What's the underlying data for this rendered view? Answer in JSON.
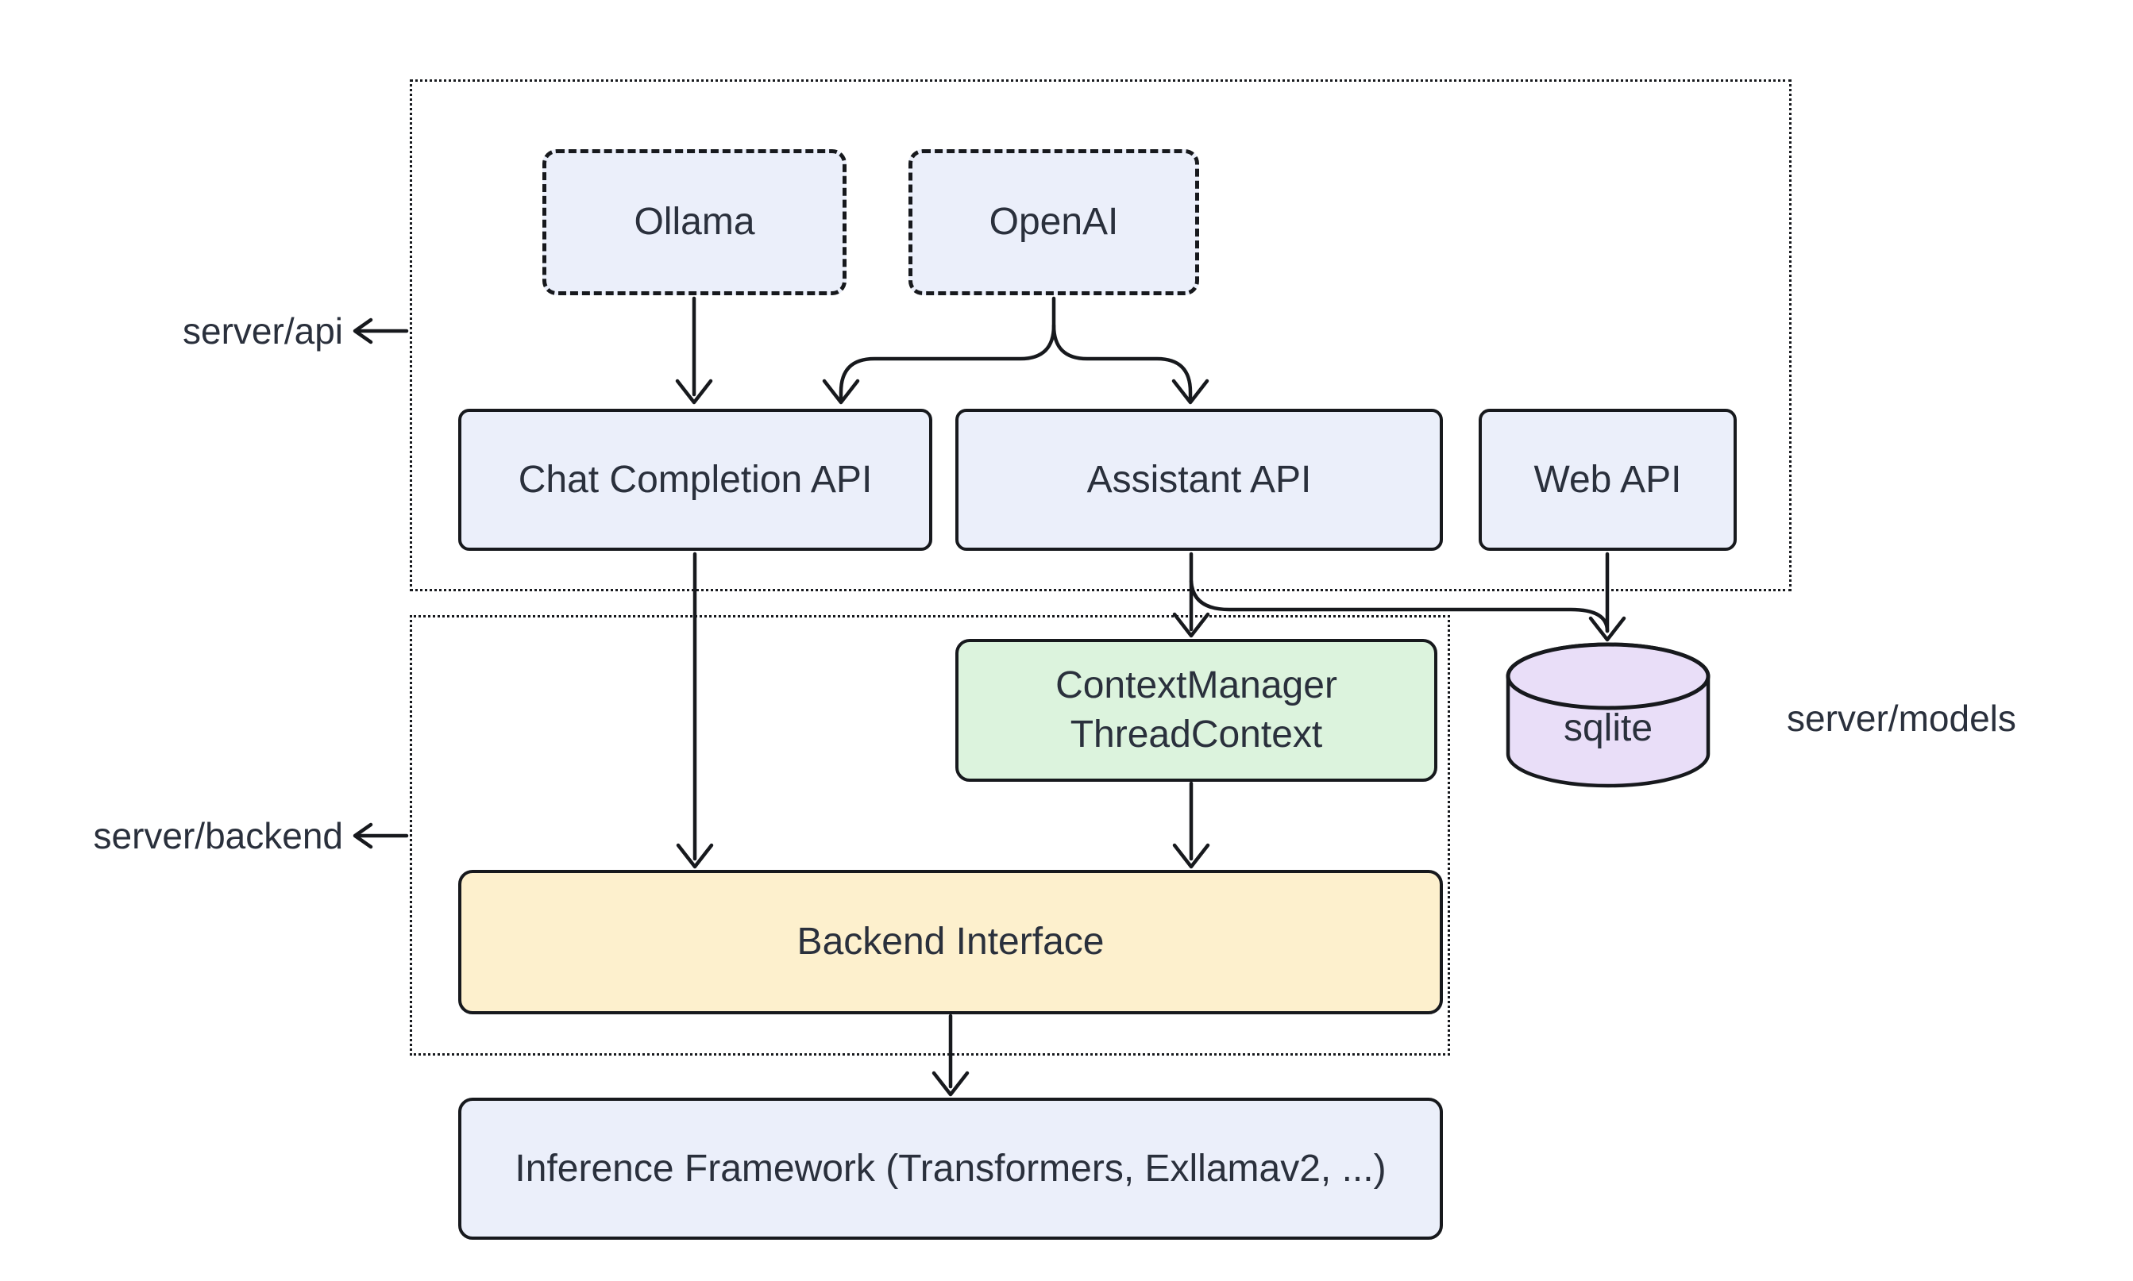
{
  "diagram": {
    "background": "#ffffff",
    "stroke_color": "#17191d",
    "text_color": "#2a303c",
    "groups": {
      "server_api": {
        "label": "server/api"
      },
      "server_backend": {
        "label": "server/backend"
      },
      "server_models": {
        "label": "server/models"
      }
    },
    "nodes": {
      "ollama": {
        "label": "Ollama",
        "fill": "#ebeffa"
      },
      "openai": {
        "label": "OpenAI",
        "fill": "#ebeffa"
      },
      "chat_completion_api": {
        "label": "Chat Completion API",
        "fill": "#ebeffa"
      },
      "assistant_api": {
        "label": "Assistant API",
        "fill": "#ebeffa"
      },
      "web_api": {
        "label": "Web API",
        "fill": "#ebeffa"
      },
      "context_manager": {
        "line1": "ContextManager",
        "line2": "ThreadContext",
        "fill": "#dcf3dd"
      },
      "sqlite": {
        "label": "sqlite",
        "fill": "#e9def8"
      },
      "backend_interface": {
        "label": "Backend Interface",
        "fill": "#fdf0cd"
      },
      "inference_framework": {
        "label": "Inference Framework (Transformers, Exllamav2, ...)",
        "fill": "#ebeffa"
      }
    },
    "edges": [
      {
        "from": "ollama",
        "to": "chat_completion_api"
      },
      {
        "from": "openai",
        "to": "chat_completion_api"
      },
      {
        "from": "openai",
        "to": "assistant_api"
      },
      {
        "from": "chat_completion_api",
        "to": "backend_interface"
      },
      {
        "from": "assistant_api",
        "to": "context_manager"
      },
      {
        "from": "assistant_api",
        "to": "sqlite"
      },
      {
        "from": "web_api",
        "to": "sqlite"
      },
      {
        "from": "context_manager",
        "to": "backend_interface"
      },
      {
        "from": "backend_interface",
        "to": "inference_framework"
      }
    ]
  }
}
